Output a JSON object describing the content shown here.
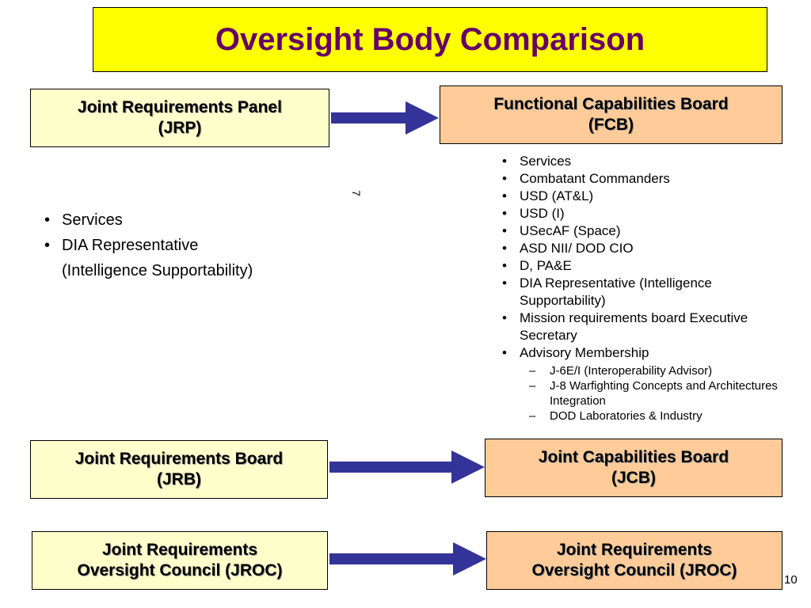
{
  "title": "Oversight Body Comparison",
  "colors": {
    "title_background": "#ffff00",
    "title_text": "#660066",
    "left_box": "#ffffcc",
    "right_box": "#ffcc99",
    "arrow": "#333399"
  },
  "rows": [
    {
      "left": "Joint Requirements Panel\n(JRP)",
      "right": "Functional Capabilities Board\n(FCB)"
    },
    {
      "left": "Joint Requirements Board\n(JRB)",
      "right": "Joint Capabilities Board\n(JCB)"
    },
    {
      "left": "Joint Requirements\nOversight Council (JROC)",
      "right": "Joint Requirements\nOversight Council (JROC)"
    }
  ],
  "left_members": [
    "Services",
    "DIA Representative\n(Intelligence Supportability)"
  ],
  "right_members": [
    "Services",
    "Combatant Commanders",
    "USD (AT&L)",
    "USD (I)",
    "USecAF (Space)",
    "ASD NII/ DOD CIO",
    "D, PA&E",
    "DIA Representative (Intelligence Supportability)",
    "Mission requirements board Executive Secretary",
    "Advisory Membership"
  ],
  "advisory_members": [
    "J-6E/I (Interoperability Advisor)",
    "J-8 Warfighting Concepts and Architectures Integration",
    "DOD Laboratories & Industry"
  ],
  "stray_mark": "7",
  "page_number": "10",
  "icons": {
    "arrow": "right-arrow-icon",
    "bullet": "bullet",
    "sub_bullet": "dash"
  }
}
